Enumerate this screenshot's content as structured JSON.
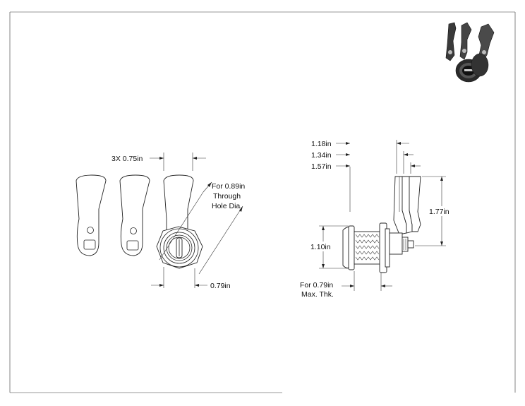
{
  "drawing": {
    "front_view": {
      "spacing_label": "3X 0.75in",
      "hole_note_line1": "For 0.89in",
      "hole_note_line2": "Through",
      "hole_note_line3": "Hole Dia.",
      "cam_offset_label": "0.79in"
    },
    "side_view": {
      "dim_1": "1.18in",
      "dim_2": "1.34in",
      "dim_3": "1.57in",
      "height_label": "1.77in",
      "body_label": "1.10in",
      "thickness_line1": "For 0.79in",
      "thickness_line2": "Max. Thk."
    },
    "product_photo": {
      "icon": "cam-lock-product-icon"
    }
  }
}
